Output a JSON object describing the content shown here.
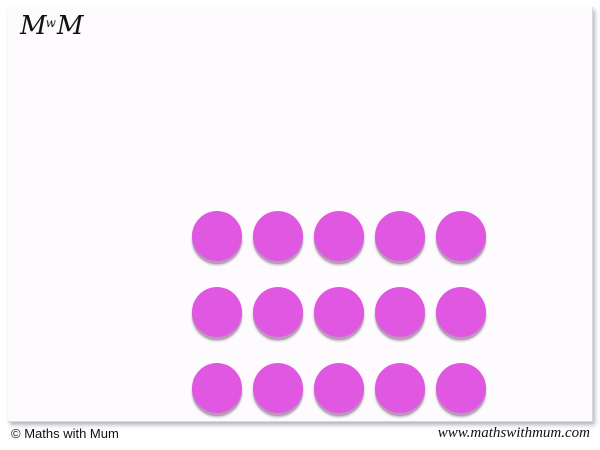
{
  "logo": {
    "text_left": "M",
    "text_mid": "w",
    "text_right": "M"
  },
  "counters": {
    "rows": 3,
    "per_row": 5,
    "color": "#e057e2",
    "total": 15
  },
  "footer": {
    "copyright": "© Maths with Mum",
    "website": "www.mathswithmum.com"
  }
}
